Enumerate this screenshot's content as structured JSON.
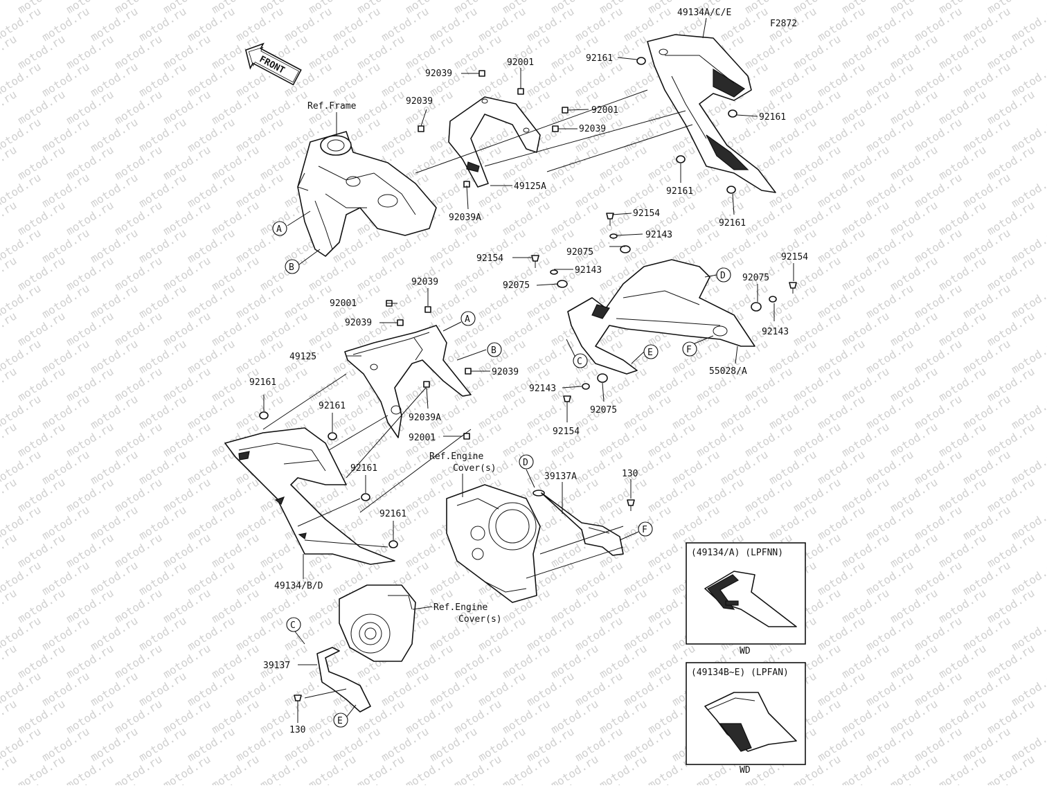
{
  "diagram_id": "F2872",
  "watermark_text": "motod.ru",
  "front_arrow_label": "FRONT",
  "labels": {
    "p49134ACE": "49134A/C/E",
    "p92161_a": "92161",
    "p92161_b": "92161",
    "p92161_c": "92161",
    "p92161_d": "92161",
    "p92039_top": "92039",
    "p92001_top": "92001",
    "p92039_left": "92039",
    "p92001_mid": "92001",
    "p92039_mid": "92039",
    "p49125A": "49125A",
    "p92039A_top": "92039A",
    "ref_frame": "Ref.Frame",
    "p92154_a": "92154",
    "p92143_a": "92143",
    "p92075_a": "92075",
    "p92154_b": "92154",
    "p92143_b": "92143",
    "p92075_b": "92075",
    "p92154_c": "92154",
    "p92075_c": "92075",
    "p92143_c": "92143",
    "p55028A": "55028/A",
    "p92143_d": "92143",
    "p92075_d": "92075",
    "p92154_d": "92154",
    "p92039_l1": "92039",
    "p92001_l1": "92001",
    "p92039_l2": "92039",
    "p49125": "49125",
    "p92039_l3": "92039",
    "p92039A_l": "92039A",
    "p92001_l2": "92001",
    "p92161_l1": "92161",
    "p92161_l2": "92161",
    "p92161_l3": "92161",
    "p92161_l4": "92161",
    "p49134BD": "49134/B/D",
    "ref_engine_1a": "Ref.Engine",
    "ref_engine_1b": "Cover(s)",
    "p39137A": "39137A",
    "p130_a": "130",
    "ref_engine_2a": "Ref.Engine",
    "ref_engine_2b": "Cover(s)",
    "p39137": "39137",
    "p130_b": "130"
  },
  "callouts": {
    "A1": "A",
    "B1": "B",
    "A2": "A",
    "B2": "B",
    "C1": "C",
    "D1": "D",
    "E1": "E",
    "F1": "F",
    "D2": "D",
    "F2": "F",
    "C2": "C",
    "E2": "E"
  },
  "variant_boxes": [
    {
      "header": "(49134/A)  (LPFNN)",
      "footer": "WD"
    },
    {
      "header": "(49134B~E) (LPFAN)",
      "footer": "WD"
    }
  ]
}
